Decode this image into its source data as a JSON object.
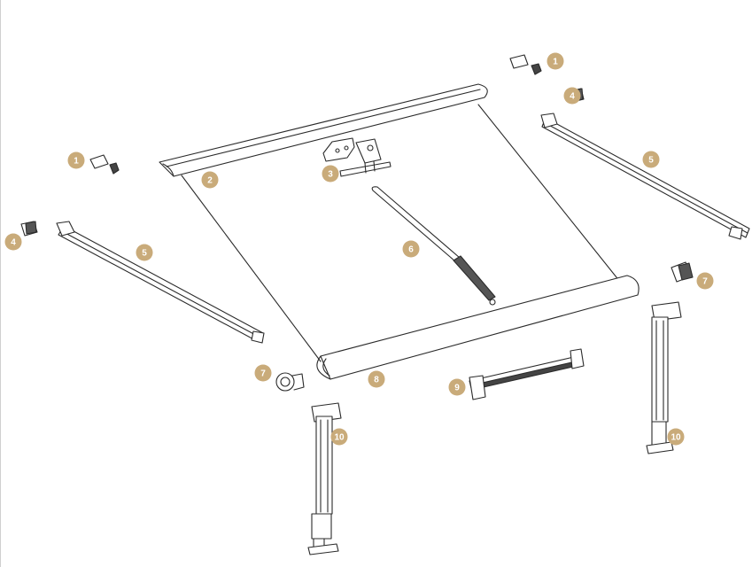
{
  "diagram": {
    "callout_color": "#c9ab7a",
    "line_color": "#2b2b2b",
    "parts": [
      {
        "number": "1",
        "name": "end-cap-screw"
      },
      {
        "number": "2",
        "name": "front-rail"
      },
      {
        "number": "3",
        "name": "mounting-bracket"
      },
      {
        "number": "4",
        "name": "arm-end-fitting"
      },
      {
        "number": "5",
        "name": "support-arm"
      },
      {
        "number": "6",
        "name": "tension-rod"
      },
      {
        "number": "7",
        "name": "roller-end-cap"
      },
      {
        "number": "8",
        "name": "roller-tube"
      },
      {
        "number": "9",
        "name": "lead-bar"
      },
      {
        "number": "10",
        "name": "support-leg"
      }
    ]
  }
}
